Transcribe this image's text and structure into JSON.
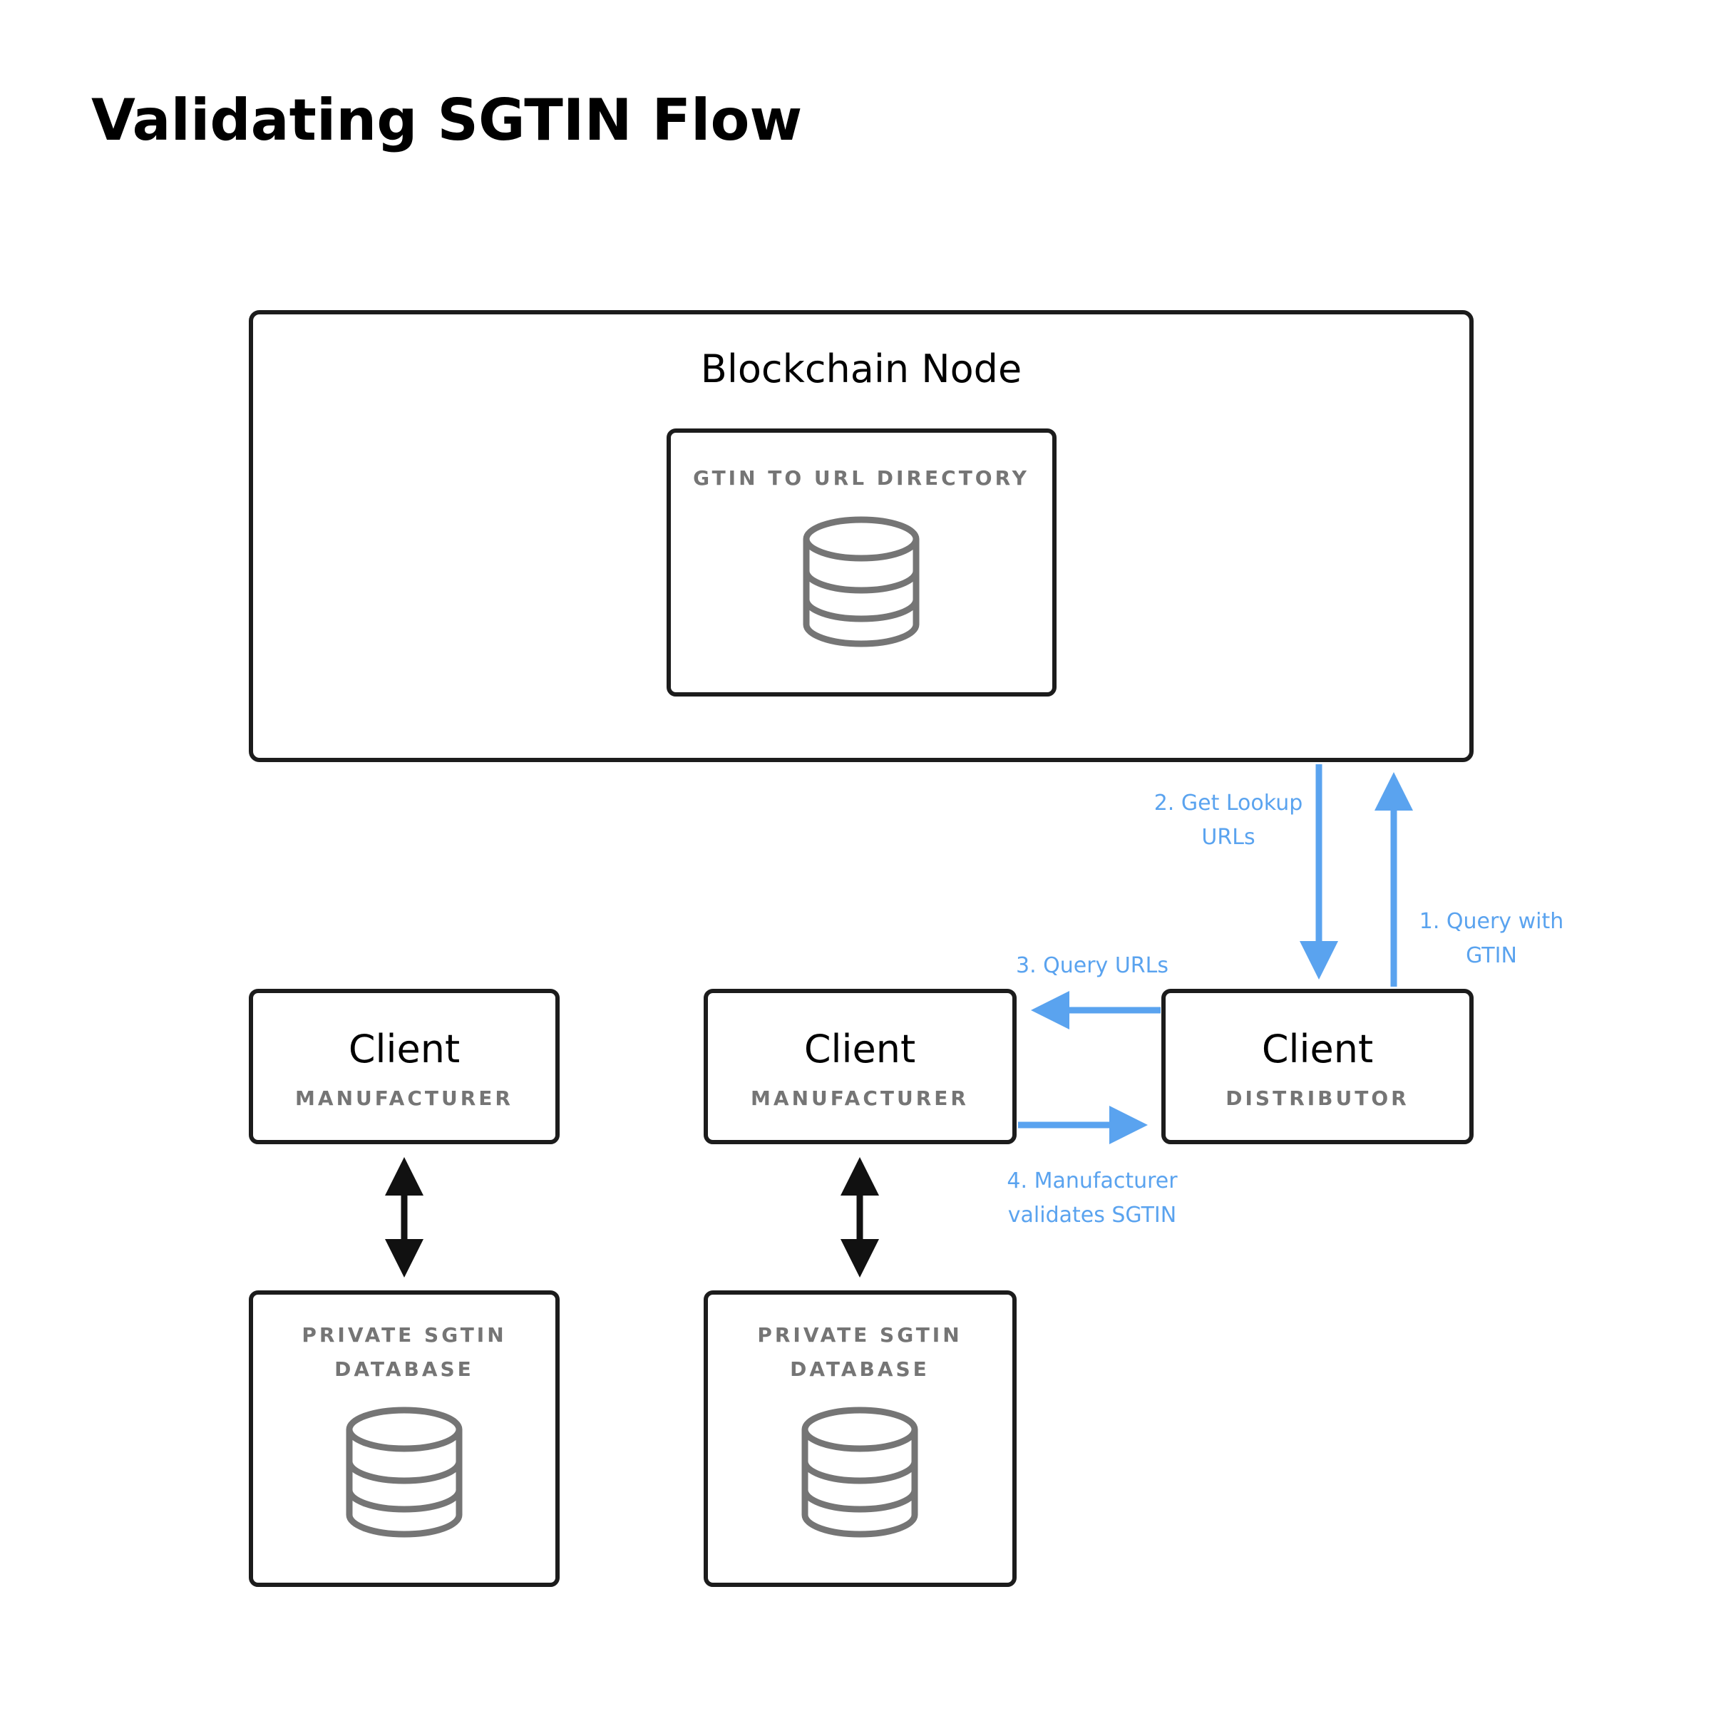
{
  "title": "Validating SGTIN Flow",
  "colors": {
    "flow": "#5aa3ef",
    "edge_black": "#111111",
    "box_stroke": "#1c1c1c",
    "subtitle": "#757575",
    "db_icon": "#757575"
  },
  "nodes": {
    "blockchain": {
      "title": "Blockchain Node"
    },
    "directory": {
      "label": "GTIN TO URL DIRECTORY",
      "icon": "database-icon"
    },
    "client_1": {
      "title": "Client",
      "role": "MANUFACTURER"
    },
    "client_2": {
      "title": "Client",
      "role": "MANUFACTURER"
    },
    "client_3": {
      "title": "Client",
      "role": "DISTRIBUTOR"
    },
    "db_1": {
      "label_line1": "PRIVATE SGTIN",
      "label_line2": "DATABASE",
      "icon": "database-icon"
    },
    "db_2": {
      "label_line1": "PRIVATE SGTIN",
      "label_line2": "DATABASE",
      "icon": "database-icon"
    }
  },
  "edges": {
    "e1": {
      "line1": "1. Query with",
      "line2": "GTIN"
    },
    "e2": {
      "line1": "2. Get Lookup",
      "line2": "URLs"
    },
    "e3": {
      "line1": "3. Query URLs"
    },
    "e4": {
      "line1": "4. Manufacturer",
      "line2": "validates SGTIN"
    }
  }
}
